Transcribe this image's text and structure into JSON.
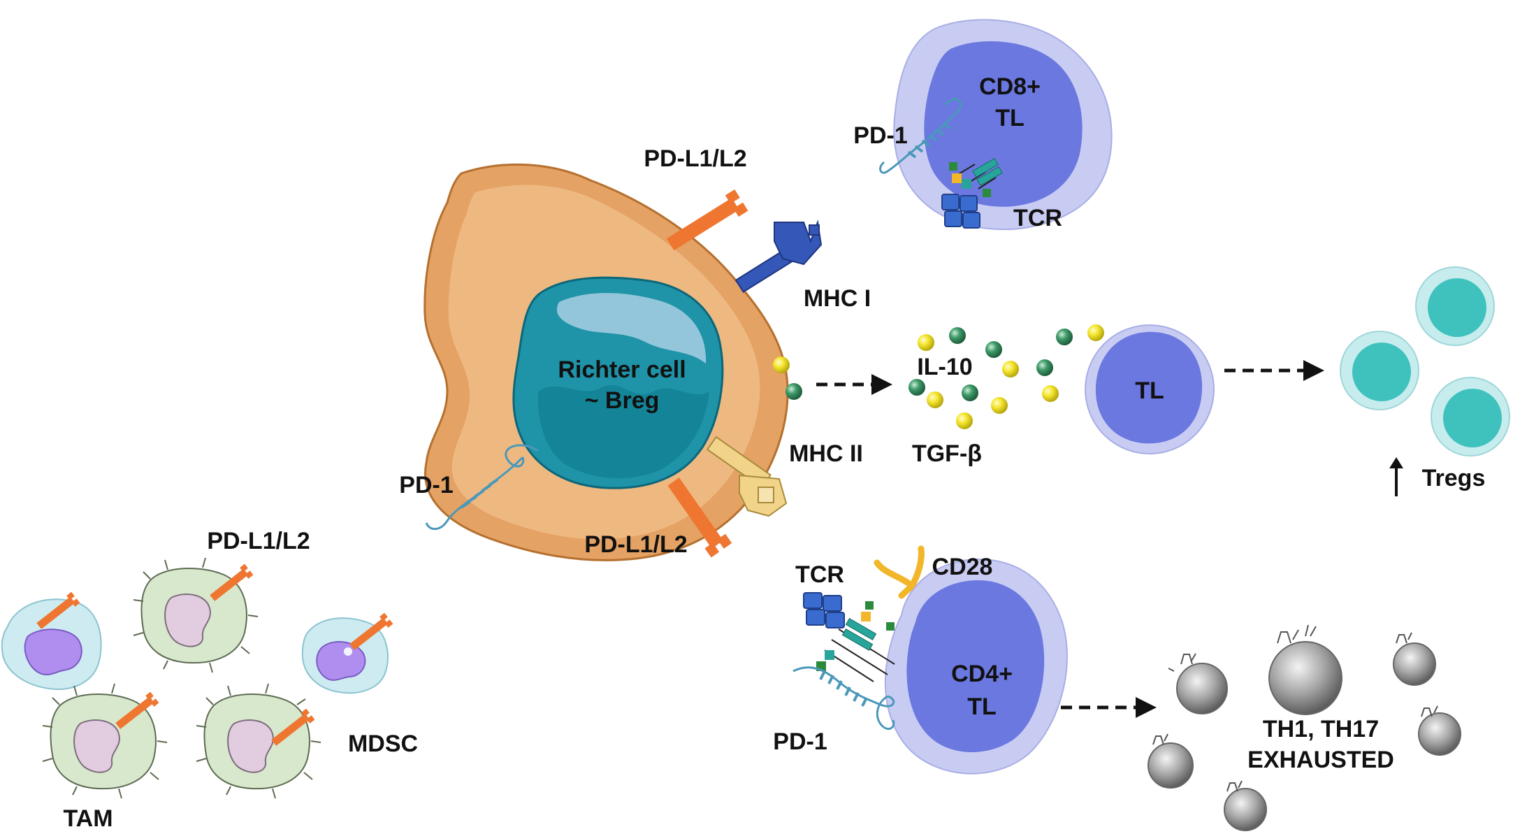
{
  "labels": {
    "richter_line1": "Richter cell",
    "richter_line2": "~ Breg",
    "pdl_top": "PD-L1/L2",
    "pdl_bottom": "PD-L1/L2",
    "pdl_left": "PD-L1/L2",
    "pd1_richter": "PD-1",
    "mhc1": "MHC I",
    "mhc2": "MHC II",
    "cd8_line1": "CD8+",
    "cd8_line2": "TL",
    "pd1_cd8": "PD-1",
    "tcr_cd8": "TCR",
    "il10": "IL-10",
    "tgfb": "TGF-β",
    "tl": "TL",
    "tregs": "Tregs",
    "tcr_cd4": "TCR",
    "cd28": "CD28",
    "cd4_line1": "CD4+",
    "cd4_line2": "TL",
    "pd1_cd4": "PD-1",
    "exhausted_line1": "TH1, TH17",
    "exhausted_line2": "EXHAUSTED",
    "mdsc": "MDSC",
    "tam": "TAM"
  },
  "colors": {
    "richter_outer": "#e4a264",
    "richter_inner": "#f0bd86",
    "nucleus": "#1f93a8",
    "nucleus_light": "#93c6da",
    "pdl": "#ef7631",
    "mhc1": "#3457b8",
    "mhc2": "#f1d48a",
    "tcell_halo": "#c9ccf2",
    "tcell_core": "#6a78e0",
    "treg_halo": "#c7ecee",
    "treg_core": "#3fc2bd",
    "il10_bead": "#3e9a68",
    "tgfb_bead": "#f5e62d",
    "exhausted": "#9a9a9a",
    "tam_body": "#d8e8cc",
    "tam_nucleus": "#e2cde0",
    "mdsc_halo": "#cdebf0",
    "mdsc_nucleus": "#b08ef0"
  }
}
